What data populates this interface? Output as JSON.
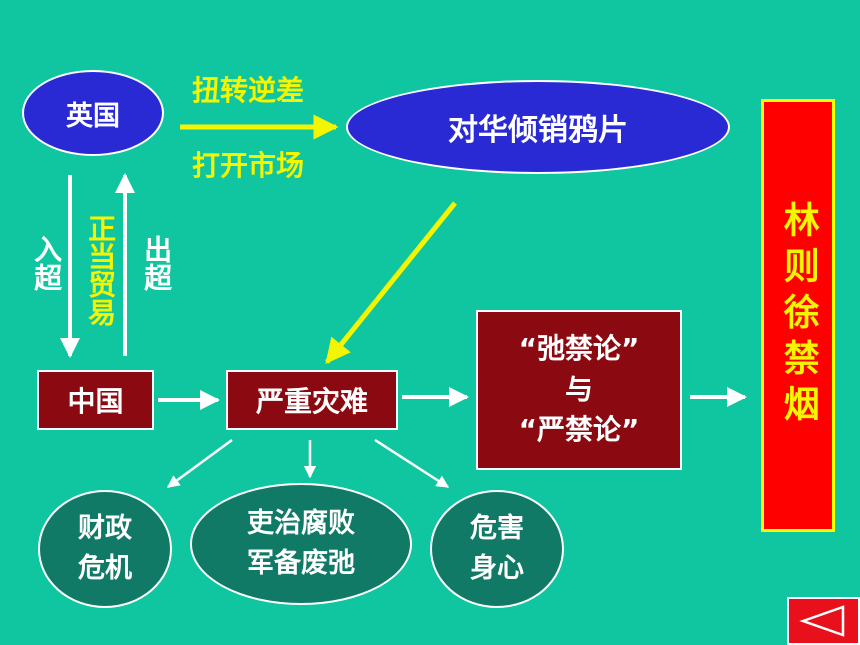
{
  "nodes": {
    "britain": "英国",
    "opium_dumping": "对华倾销鸦片",
    "china": "中国",
    "severe_disaster": "严重灾难",
    "debate_line1": "“弛禁论”",
    "debate_line2": "与",
    "debate_line3": "“严禁论”",
    "lin_zexu": "林则徐禁烟",
    "fiscal_crisis_1": "财政",
    "fiscal_crisis_2": "危机",
    "corruption_1": "吏治腐败",
    "corruption_2": "军备废弛",
    "harm_1": "危害",
    "harm_2": "身心"
  },
  "labels": {
    "reverse_deficit": "扭转逆差",
    "open_market": "打开市场",
    "import_excess": "入超",
    "legit_trade": "正当贸易",
    "export_excess": "出超"
  },
  "colors": {
    "background": "#10c6a0",
    "blue_node": "#2a2ad4",
    "red_box": "#8b0a12",
    "teal_node": "#117a66",
    "accent_yellow": "#f3f600",
    "lin_box_bg": "#ff0000",
    "lin_box_border": "#ffff00"
  },
  "nav": {
    "back_icon": "triangle-left-icon"
  }
}
